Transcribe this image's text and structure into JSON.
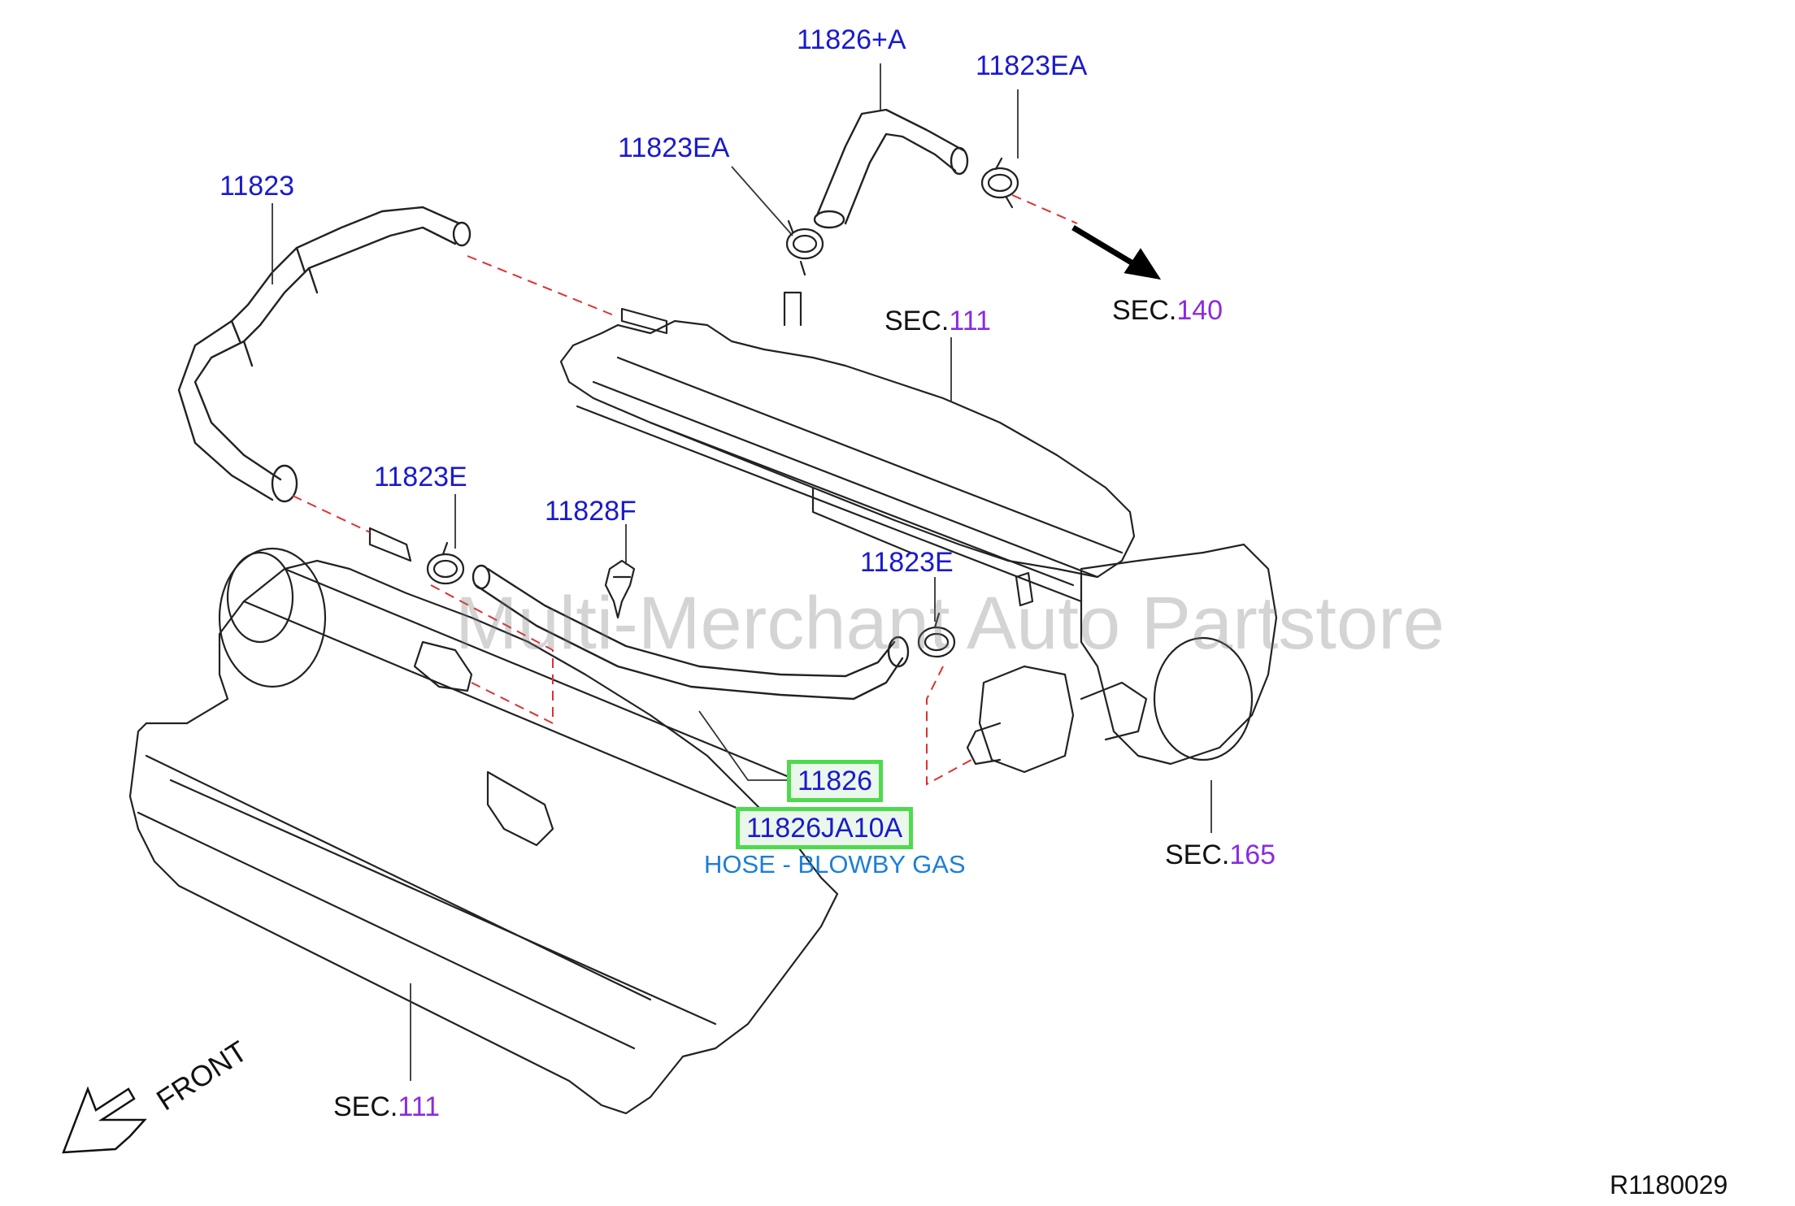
{
  "watermark": "Multi-Merchant Auto Partstore",
  "callouts": {
    "hose_upper_right": "11826+A",
    "clamp_top_right": "11823EA",
    "clamp_top_left": "11823EA",
    "hose_left": "11823",
    "clamp_left": "11823E",
    "clip": "11828F",
    "clamp_right": "11823E",
    "hose_main": "11826",
    "hose_main_part_number": "11826JA10A",
    "hose_main_description": "HOSE - BLOWBY GAS"
  },
  "sections": {
    "sec_140": {
      "prefix": "SEC.",
      "number": "140"
    },
    "sec_111_upper": {
      "prefix": "SEC.",
      "number": "111"
    },
    "sec_165": {
      "prefix": "SEC.",
      "number": "165"
    },
    "sec_111_lower": {
      "prefix": "SEC.",
      "number": "111"
    }
  },
  "front_label": "FRONT",
  "diagram_ref": "R1180029",
  "colors": {
    "part_number": "#1a1acc",
    "section_number": "#8a2be2",
    "description": "#1b7fd8",
    "highlight": "#4ddb4d",
    "leader_dashed": "#e03030"
  }
}
